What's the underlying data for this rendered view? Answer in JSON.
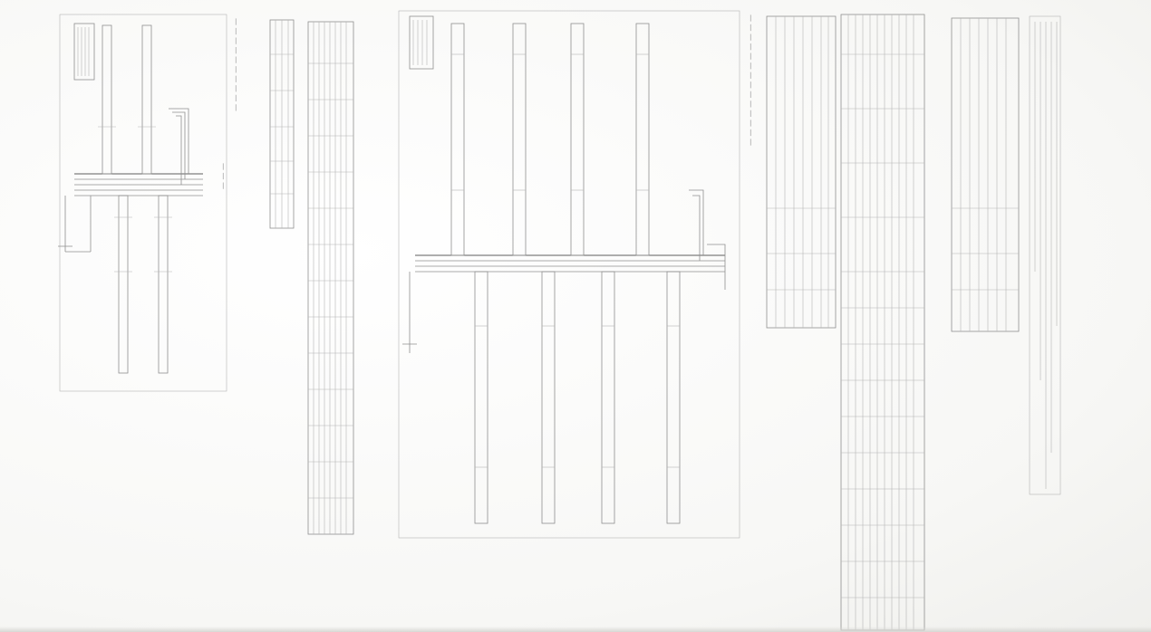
{
  "document": {
    "orientation": "rotated-90",
    "blocks": [
      {
        "name": "panel-1-small-one-line-diagram"
      },
      {
        "name": "small-table-1"
      },
      {
        "name": "long-schedule-table-1"
      },
      {
        "name": "panel-2-large-one-line-diagram"
      },
      {
        "name": "tall-schedule-table-a"
      },
      {
        "name": "tall-schedule-table-b"
      },
      {
        "name": "schedule-table-c"
      },
      {
        "name": "notes-column"
      }
    ]
  },
  "colors": {
    "paper": "#fbfbfa",
    "ink": "#8f8f8f",
    "ink_light": "#b4b4b4",
    "ink_dark": "#5e5e5e"
  }
}
